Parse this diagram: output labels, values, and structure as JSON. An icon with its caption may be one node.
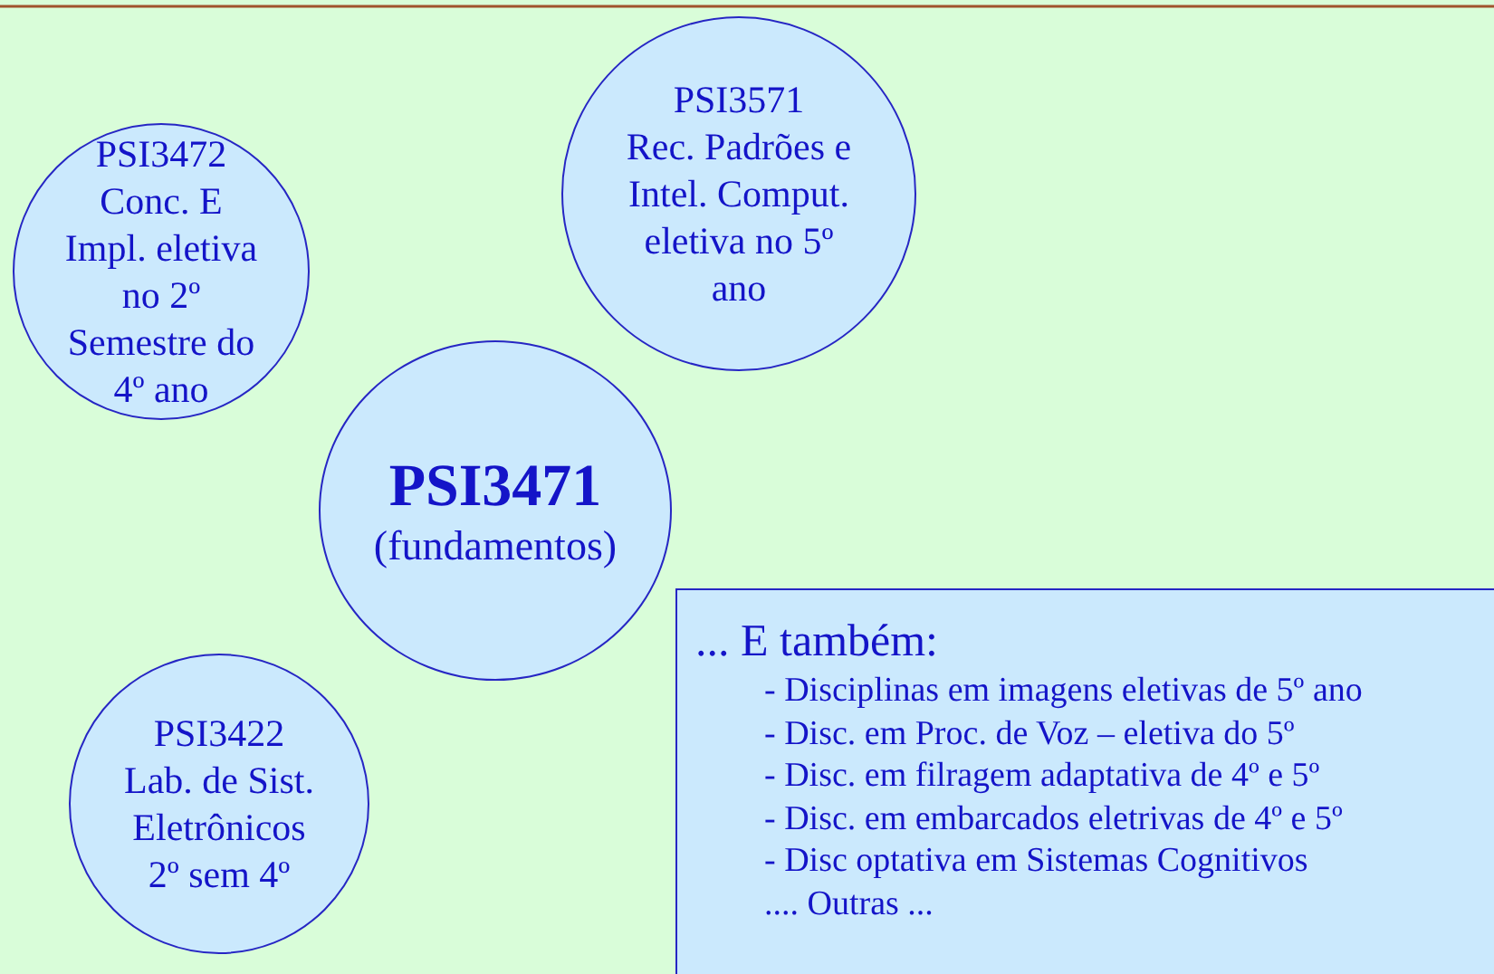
{
  "diagram": {
    "nodes": [
      {
        "text": [
          "PSI3472",
          "Conc. E Impl. eletiva no 2º Semestre do 4º ano"
        ]
      },
      {
        "text": [
          "PSI3571",
          "Rec. Padrões e Intel. Comput. eletiva no 5º ano"
        ]
      },
      {
        "text": [
          "PSI3471",
          "(fundamentos)"
        ]
      },
      {
        "text": [
          "PSI3422",
          "Lab. de Sist. Eletrônicos 2º sem 4º"
        ]
      },
      {
        "text": [
          "... E também:",
          "- Disciplinas em imagens eletivas de 5º ano",
          "- Disc. em Proc. de Voz – eletiva do 5º",
          "- Disc. em filragem adaptativa de 4º e 5º",
          "- Disc. em embarcados eletrivas de 4º e 5º",
          "- Disc optativa em Sistemas Cognitivos",
          ".... Outras ..."
        ]
      }
    ]
  }
}
